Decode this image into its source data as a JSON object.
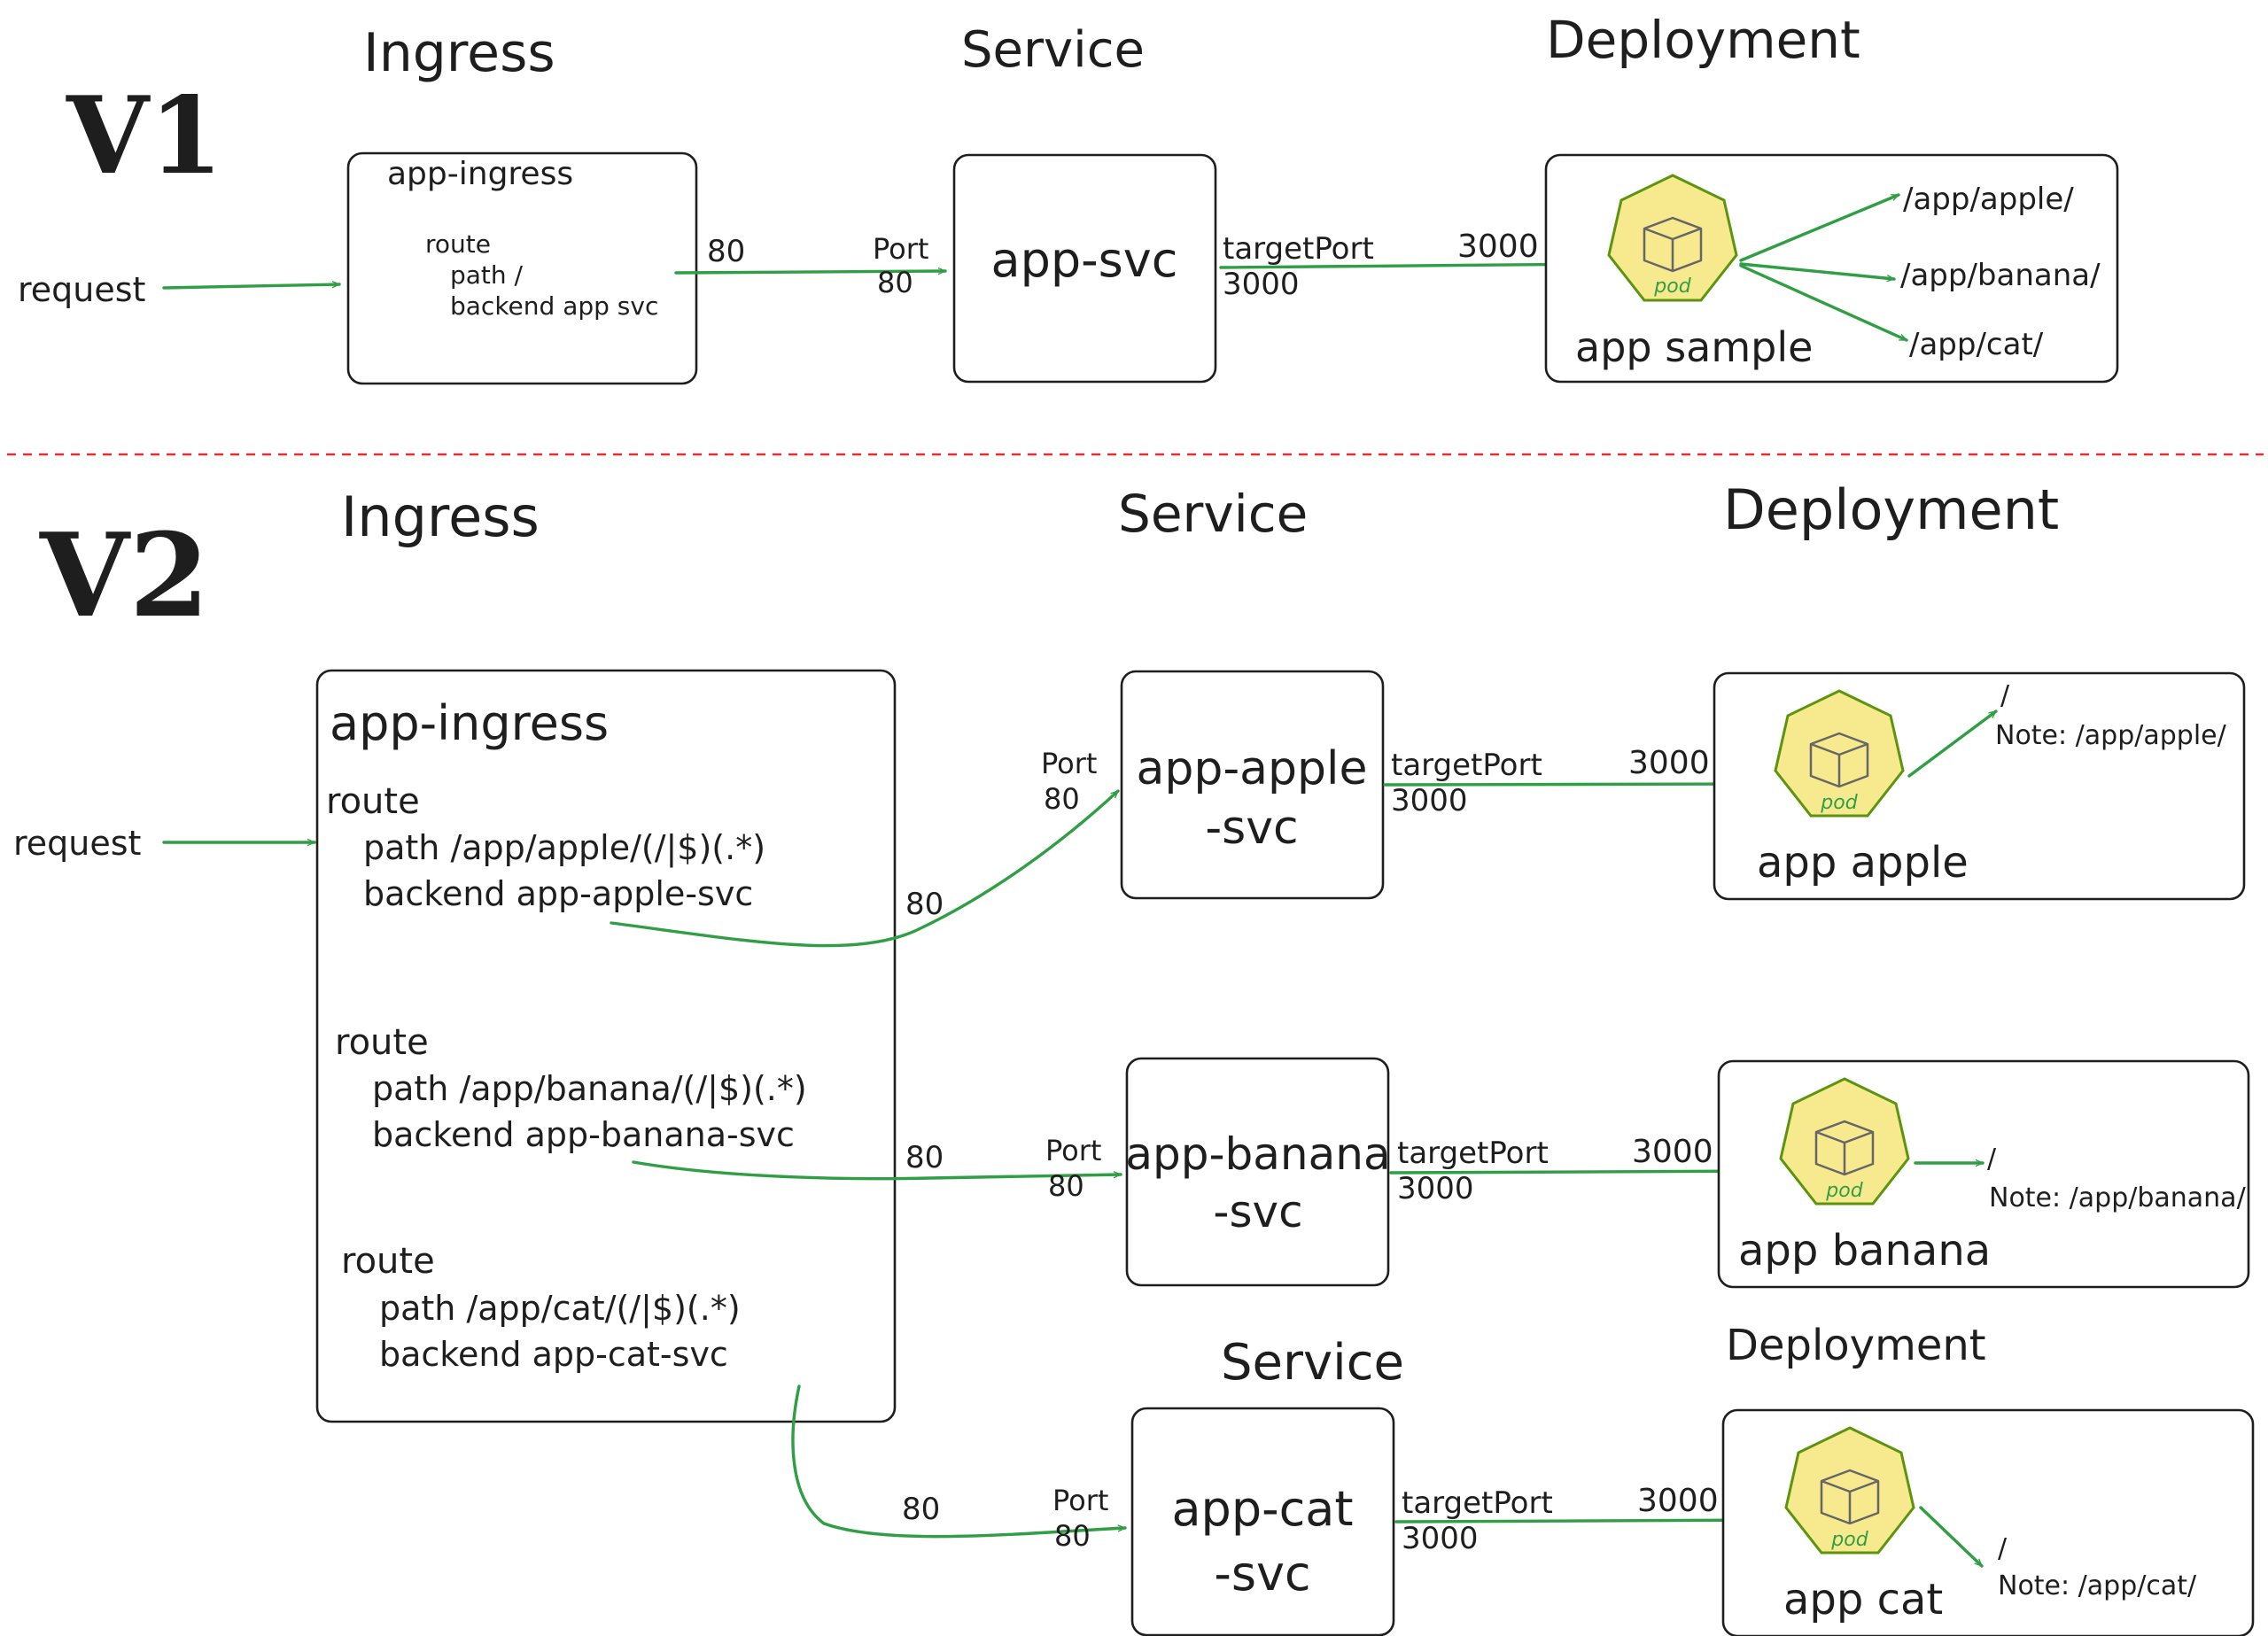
{
  "v1": {
    "version_label": "V1",
    "headers": {
      "ingress": "Ingress",
      "service": "Service",
      "deployment": "Deployment"
    },
    "request_label": "request",
    "ingress_box": {
      "title": "app-ingress",
      "lines": [
        "route",
        "path /",
        "backend app svc"
      ]
    },
    "ingress_port": "80",
    "service_box": {
      "title": "app-svc",
      "port_label": "Port",
      "port_value": "80"
    },
    "target_port_label": "targetPort",
    "target_port_value": "3000",
    "deployment_port": "3000",
    "deployment_box": {
      "name": "app sample",
      "pod_label": "pod",
      "routes": [
        "/app/apple/",
        "/app/banana/",
        "/app/cat/"
      ]
    }
  },
  "v2": {
    "version_label": "V2",
    "headers": {
      "ingress": "Ingress",
      "service": "Service",
      "deployment": "Deployment",
      "service_cat": "Service",
      "deployment_cat": "Deployment"
    },
    "request_label": "request",
    "ingress_box": {
      "title": "app-ingress",
      "routes": [
        {
          "route": "route",
          "path": "path /app/apple/(/|$)(.*)",
          "backend": "backend app-apple-svc"
        },
        {
          "route": "route",
          "path": "path /app/banana/(/|$)(.*)",
          "backend": "backend app-banana-svc"
        },
        {
          "route": "route",
          "path": "path /app/cat/(/|$)(.*)",
          "backend": "backend app-cat-svc"
        }
      ]
    },
    "ingress_ports": [
      "80",
      "80",
      "80"
    ],
    "services": [
      {
        "line1": "app-apple",
        "line2": "-svc",
        "port_label": "Port",
        "port_value": "80"
      },
      {
        "line1": "app-banana",
        "line2": "-svc",
        "port_label": "Port",
        "port_value": "80"
      },
      {
        "line1": "app-cat",
        "line2": "-svc",
        "port_label": "Port",
        "port_value": "80"
      }
    ],
    "target_ports": [
      {
        "label": "targetPort",
        "value": "3000",
        "deployment_port": "3000"
      },
      {
        "label": "targetPort",
        "value": "3000",
        "deployment_port": "3000"
      },
      {
        "label": "targetPort",
        "value": "3000",
        "deployment_port": "3000"
      }
    ],
    "deployments": [
      {
        "name": "app apple",
        "pod_label": "pod",
        "slash": "/",
        "note": "Note: /app/apple/"
      },
      {
        "name": "app banana",
        "pod_label": "pod",
        "slash": "/",
        "note": "Note: /app/banana/"
      },
      {
        "name": "app cat",
        "pod_label": "pod",
        "slash": "/",
        "note": "Note: /app/cat/"
      }
    ]
  },
  "colors": {
    "arrow": "#2f9e44",
    "divider": "#e03131",
    "pod_fill": "#f7e98e",
    "pod_stroke": "#5c940d"
  }
}
